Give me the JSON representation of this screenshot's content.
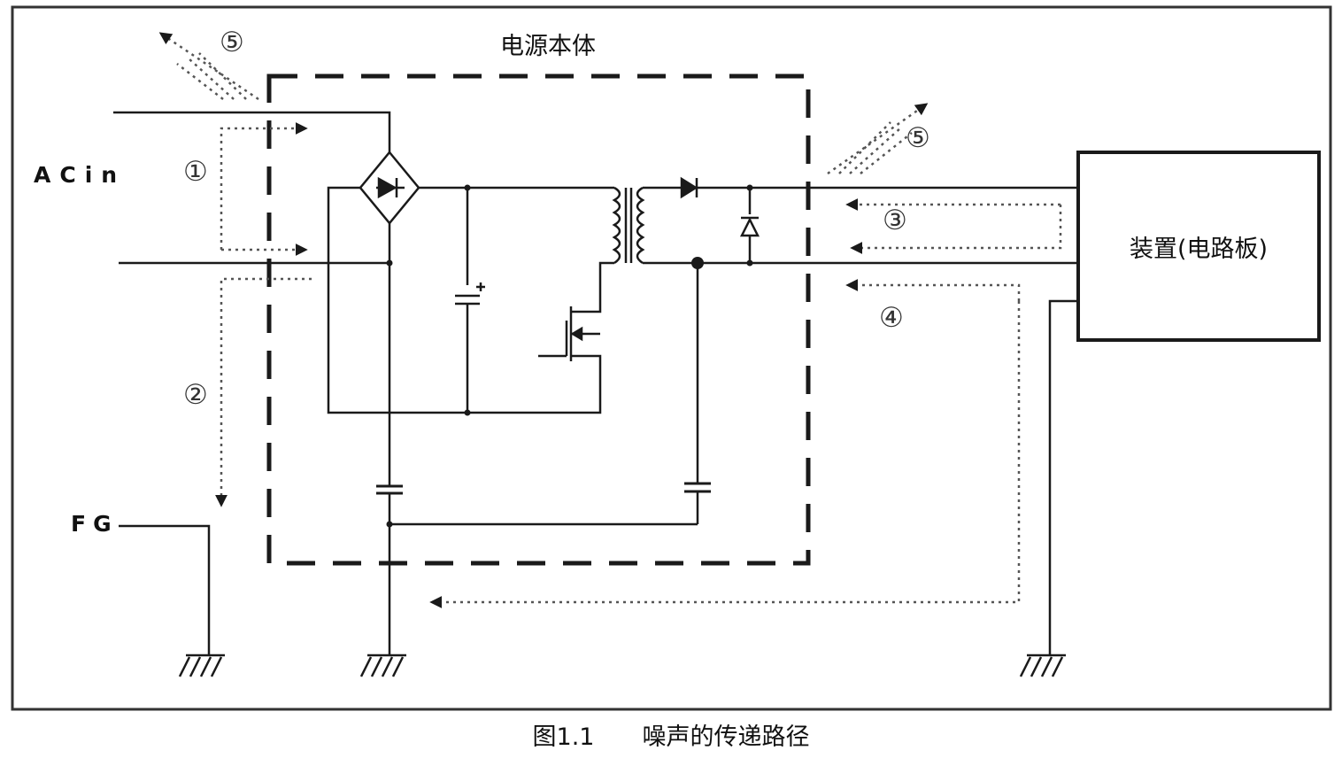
{
  "diagram": {
    "power_supply_label": "电源本体",
    "ac_in_label": "ACin",
    "fg_label": "FG",
    "device_label": "装置(电路板)",
    "caption": "图1.1　　噪声的传递路径",
    "path_labels": {
      "p1": "①",
      "p2": "②",
      "p3": "③",
      "p4": "④",
      "p5a": "⑤",
      "p5b": "⑤"
    }
  },
  "colors": {
    "line": "#1a1a1a",
    "dotted_path": "#555555",
    "background": "#ffffff"
  }
}
